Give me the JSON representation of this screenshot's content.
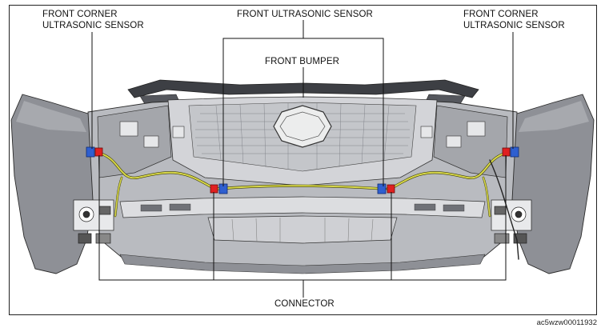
{
  "labels": {
    "left_corner_line1": "FRONT CORNER",
    "left_corner_line2": "ULTRASONIC SENSOR",
    "front_sensor": "FRONT ULTRASONIC SENSOR",
    "right_corner_line1": "FRONT CORNER",
    "right_corner_line2": "ULTRASONIC SENSOR",
    "front_bumper": "FRONT BUMPER",
    "connector": "CONNECTOR"
  },
  "figure_id": "ac5wzw00011932",
  "colors": {
    "sensor": "#2f5fd0",
    "connector": "#e02020",
    "harness": "#d8d84a",
    "bumper_dark": "#8e9096",
    "bumper_mid": "#b9bbc0",
    "bumper_light": "#dcdde0"
  }
}
